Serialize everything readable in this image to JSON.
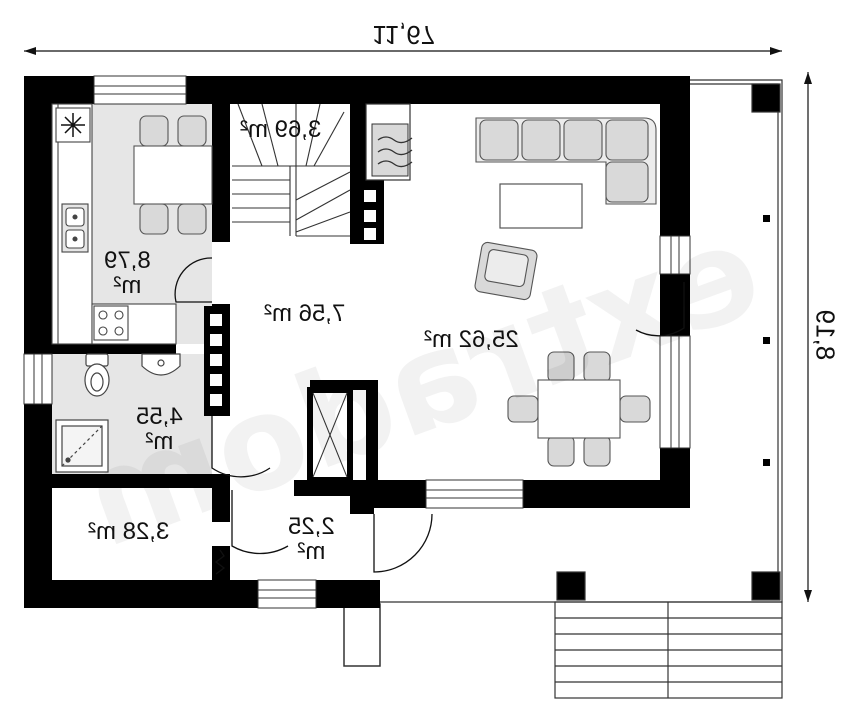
{
  "watermark": "extradom",
  "dimensions": {
    "width_label": "11,67",
    "depth_label": "8,19"
  },
  "rooms": [
    {
      "id": "kitchen",
      "area": "8,79",
      "unit": "m²"
    },
    {
      "id": "stairs",
      "area": "3,69",
      "unit": "m²"
    },
    {
      "id": "hall",
      "area": "7,56",
      "unit": "m²"
    },
    {
      "id": "living",
      "area": "25,62",
      "unit": "m²"
    },
    {
      "id": "bathroom",
      "area": "4,55",
      "unit": "m²"
    },
    {
      "id": "boiler",
      "area": "3,28",
      "unit": "m²"
    },
    {
      "id": "vestibule",
      "area": "2,25",
      "unit": "m²"
    }
  ],
  "icons": {
    "fridge": "snowflake-icon",
    "sink": "sink-icon",
    "stove": "stove-icon",
    "fireplace": "fireplace-icon",
    "toilet": "toilet-icon",
    "shower": "shower-icon"
  },
  "colors": {
    "wall": "#000000",
    "floor_wet": "#e6e6e6",
    "furniture": "#d9d9d9",
    "furniture_stroke": "#666666"
  }
}
